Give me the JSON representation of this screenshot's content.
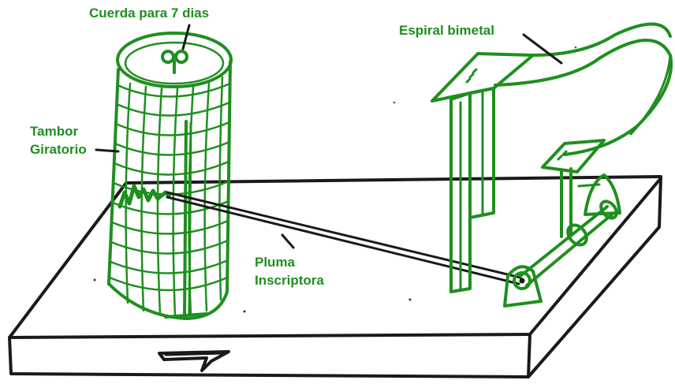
{
  "labels": {
    "cuerda": "Cuerda para 7 dias",
    "espiral": "Espiral bimetal",
    "tambor_line1": "Tambor",
    "tambor_line2": "Giratorio",
    "pluma_line1": "Pluma",
    "pluma_line2": "Inscriptora"
  },
  "colors": {
    "green": "#1e8f1e",
    "ink": "#1a1a1a",
    "background": "#ffffff"
  }
}
